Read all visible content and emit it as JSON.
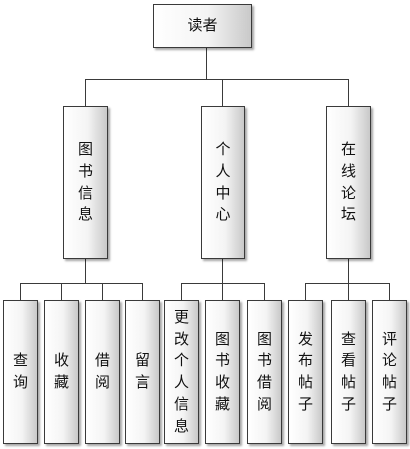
{
  "root": {
    "label": "读者"
  },
  "groups": [
    {
      "label": "图书信息",
      "children": [
        "查询",
        "收藏",
        "借阅",
        "留言"
      ]
    },
    {
      "label": "个人中心",
      "children": [
        "更改个人信息",
        "图书收藏",
        "图书借阅"
      ]
    },
    {
      "label": "在线论坛",
      "children": [
        "发布帖子",
        "查看帖子",
        "评论帖子"
      ]
    }
  ]
}
